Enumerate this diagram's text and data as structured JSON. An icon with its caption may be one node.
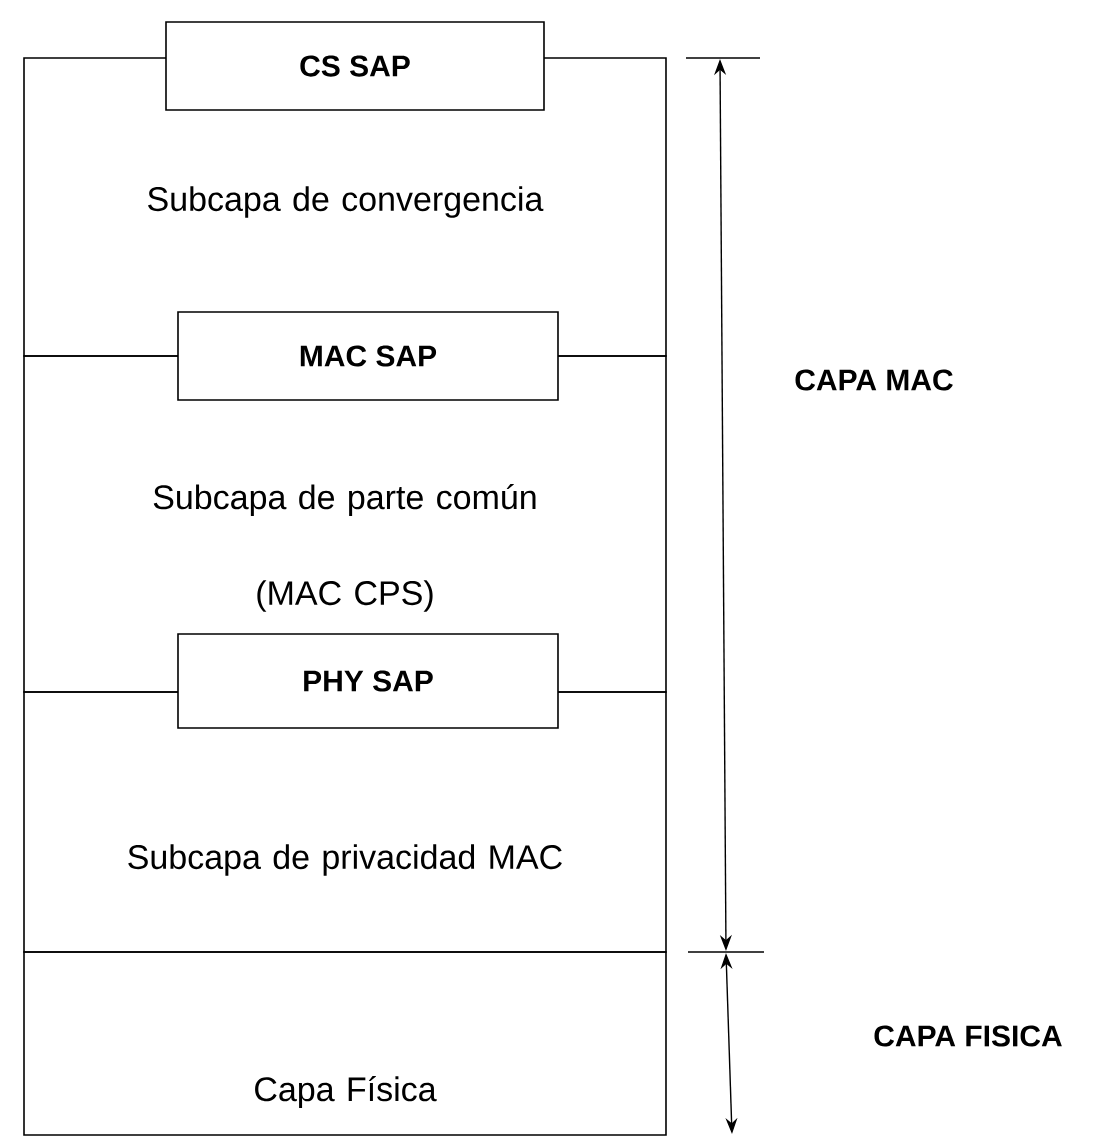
{
  "diagram": {
    "nodes": [
      {
        "text": [
          "CS SAP"
        ]
      },
      {
        "text": [
          "Subcapa de convergencia"
        ]
      },
      {
        "text": [
          "MAC SAP"
        ]
      },
      {
        "text": [
          "Subcapa de parte común",
          "(MAC CPS)"
        ]
      },
      {
        "text": [
          "PHY SAP"
        ]
      },
      {
        "text": [
          "Subcapa de privacidad MAC"
        ]
      },
      {
        "text": [
          "Capa Física"
        ]
      }
    ],
    "labels": [
      "CAPA MAC",
      "CAPA FISICA"
    ]
  }
}
